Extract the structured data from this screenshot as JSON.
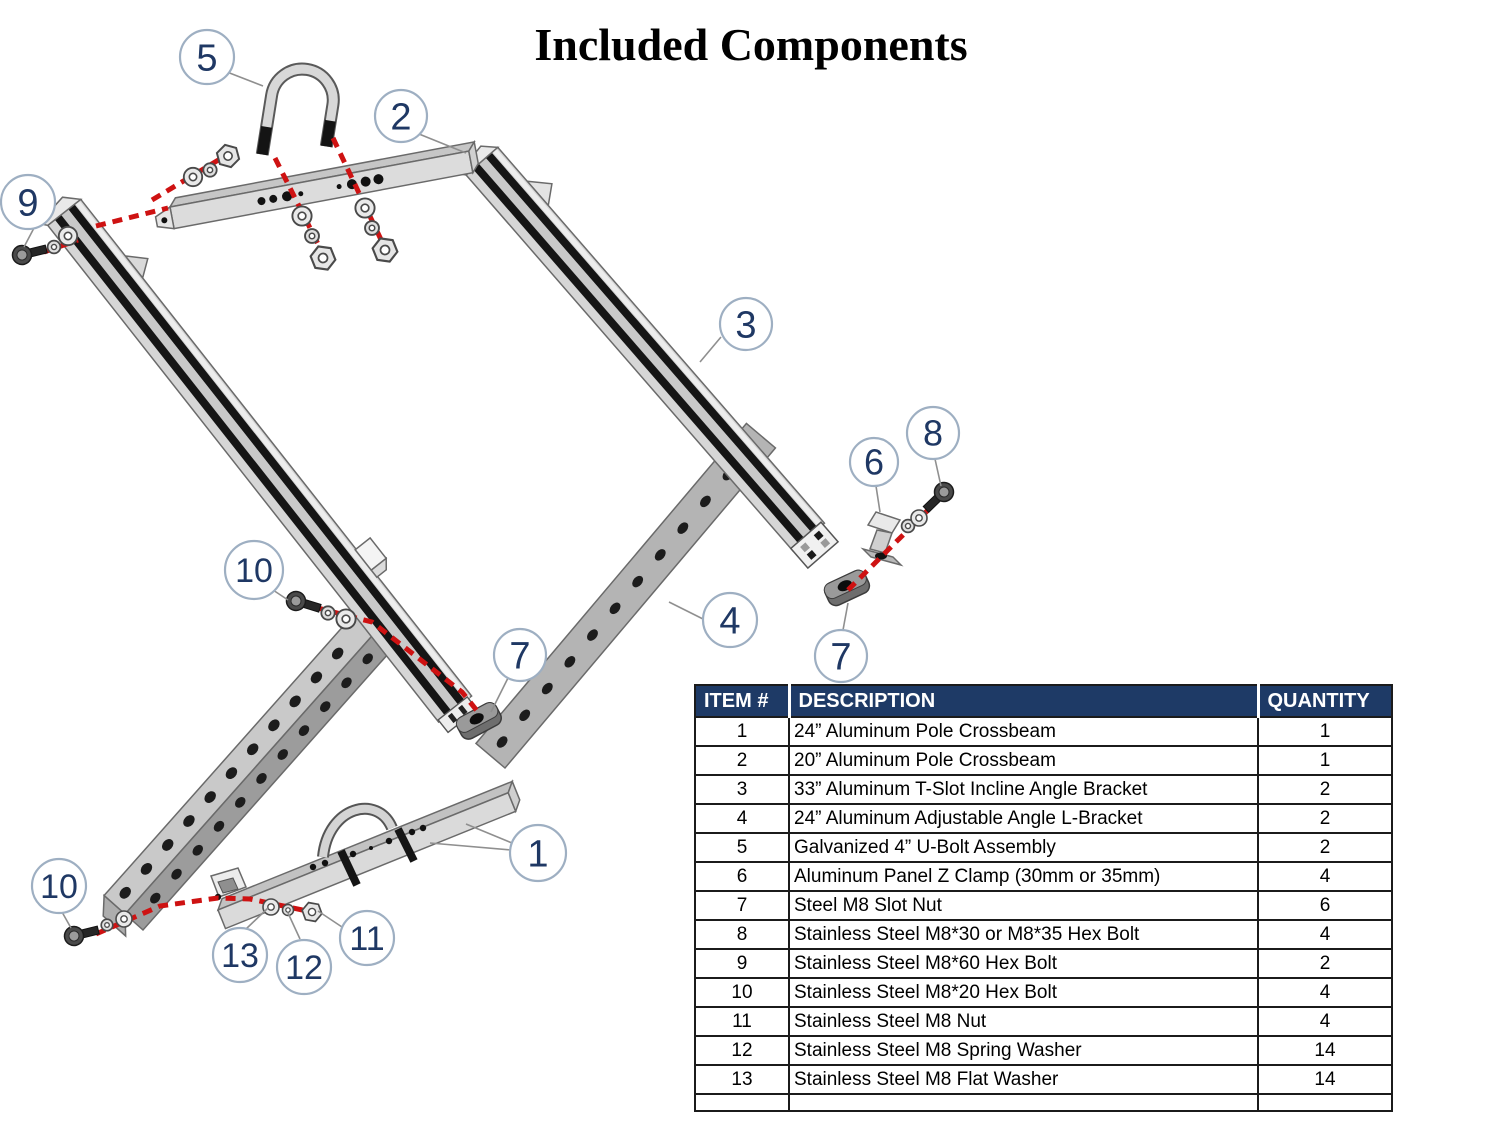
{
  "title": "Included Components",
  "diagram": {
    "description": "Exploded assembly diagram of solar panel pole-mount bracket kit",
    "callouts": {
      "c1": "1",
      "c2": "2",
      "c3": "3",
      "c4": "4",
      "c5": "5",
      "c6": "6",
      "c7a": "7",
      "c7b": "7",
      "c8": "8",
      "c9": "9",
      "c10a": "10",
      "c10b": "10",
      "c11": "11",
      "c12": "12",
      "c13": "13"
    },
    "colors": {
      "assembly_dash_red": "#CE1212",
      "callout_text_navy": "#1F3864",
      "callout_ring": "#9EAFC2",
      "metal_light": "#D6D6D6",
      "metal_mid": "#B4B4B4",
      "metal_dark": "#9C9C9C",
      "tslot_groove_black": "#151515"
    }
  },
  "table": {
    "headers": {
      "item": "ITEM #",
      "description": "DESCRIPTION",
      "quantity": "QUANTITY"
    },
    "header_bg": "#1E3A66",
    "rows": [
      {
        "item": "1",
        "description": "24” Aluminum Pole Crossbeam",
        "quantity": "1"
      },
      {
        "item": "2",
        "description": "20” Aluminum Pole Crossbeam",
        "quantity": "1"
      },
      {
        "item": "3",
        "description": "33” Aluminum T-Slot Incline Angle Bracket",
        "quantity": "2"
      },
      {
        "item": "4",
        "description": "24” Aluminum Adjustable Angle L-Bracket",
        "quantity": "2"
      },
      {
        "item": "5",
        "description": "Galvanized 4” U-Bolt Assembly",
        "quantity": "2"
      },
      {
        "item": "6",
        "description": "Aluminum Panel Z Clamp (30mm or 35mm)",
        "quantity": "4"
      },
      {
        "item": "7",
        "description": "Steel M8 Slot Nut",
        "quantity": "6"
      },
      {
        "item": "8",
        "description": "Stainless Steel M8*30 or M8*35 Hex Bolt",
        "quantity": "4"
      },
      {
        "item": "9",
        "description": "Stainless Steel M8*60 Hex Bolt",
        "quantity": "2"
      },
      {
        "item": "10",
        "description": "Stainless Steel M8*20 Hex Bolt",
        "quantity": "4"
      },
      {
        "item": "11",
        "description": "Stainless Steel M8 Nut",
        "quantity": "4"
      },
      {
        "item": "12",
        "description": "Stainless Steel M8 Spring Washer",
        "quantity": "14"
      },
      {
        "item": "13",
        "description": "Stainless Steel M8 Flat Washer",
        "quantity": "14"
      }
    ]
  }
}
